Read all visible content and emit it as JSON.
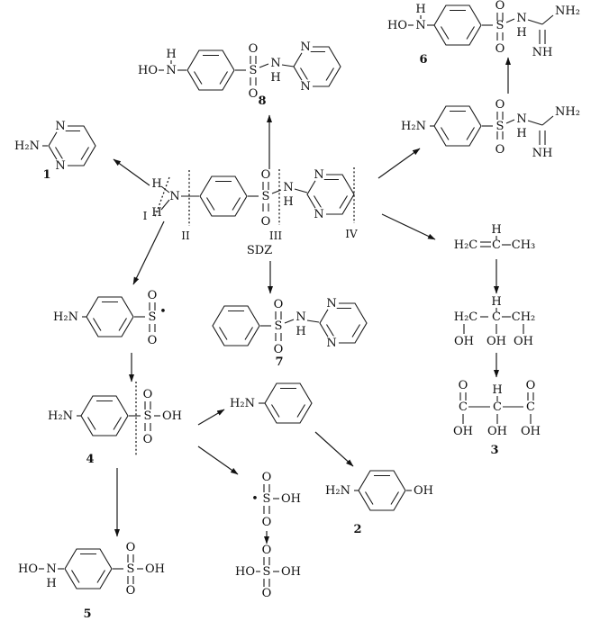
{
  "figure": {
    "parent_label": "SDZ",
    "compounds": {
      "c1": "1",
      "c2": "2",
      "c3": "3",
      "c4": "4",
      "c5": "5",
      "c6": "6",
      "c7": "7",
      "c8": "8"
    },
    "sites": {
      "i": "I",
      "ii": "II",
      "iii": "III",
      "iv": "IV"
    },
    "atoms": {
      "H2N": "H₂N",
      "NH2": "NH₂",
      "HO": "HO",
      "OH": "OH",
      "N": "N",
      "H": "H",
      "S": "S",
      "O": "O",
      "C": "C",
      "NH": "NH",
      "H2C": "H₂C",
      "CH2": "CH₂",
      "CH3": "CH₃",
      "dot": "•"
    }
  }
}
